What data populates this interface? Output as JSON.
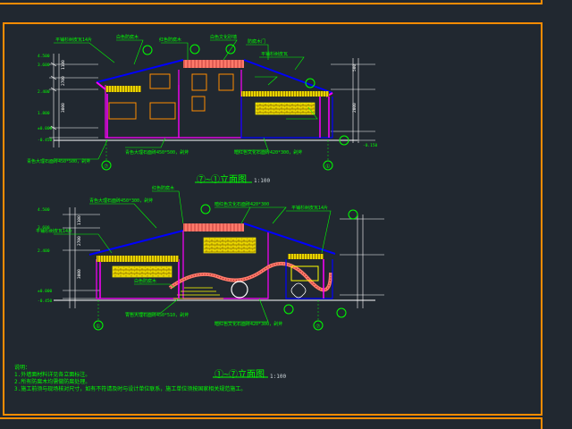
{
  "elevation_1": {
    "title": "⑦~①立面图",
    "scale": "1:100",
    "annotations": [
      "平铺杉树皮瓦14片",
      "白色防腐木",
      "红色防腐木",
      "白色文化砂墙",
      "防腐木门",
      "平铺杉树皮瓦",
      "青色大理石面砖450*500，剁斧",
      "暗红色文化石面砖420*300，剁斧",
      "青色大理石面砖450*500，剁斧"
    ],
    "levels": [
      "4.500",
      "3.600",
      "2.400",
      "1.800",
      "±0.000",
      "-0.450",
      "-0.150"
    ],
    "dims": [
      "1100",
      "2700",
      "3000",
      "2000",
      "500"
    ],
    "axis_marks": [
      "⑦",
      "①"
    ]
  },
  "elevation_2": {
    "title": "①~⑦立面图",
    "scale": "1:100",
    "annotations": [
      "平铺杉树皮瓦14片",
      "青色大理石面砖450*300，剁斧",
      "红色防腐木",
      "暗红色文化石面砖420*300",
      "平铺杉树皮瓦14片",
      "白色防腐木",
      "青色大理石面砖450*510，剁斧",
      "暗红色文化石面砖420*300，剁斧"
    ],
    "levels": [
      "4.500",
      "3.600",
      "2.400",
      "±0.000",
      "-0.450"
    ],
    "dims": [
      "1100",
      "2700",
      "3000"
    ],
    "axis_marks": [
      "①",
      "⑦"
    ]
  },
  "notes": [
    "说明：",
    "1.外墙面材料详见各立面标注。",
    "2.所有防腐木均需做防腐处理。",
    "3.施工前须与现场核对尺寸，如有不符请及时与设计单位联系，施工单位须按国家相关规范施工。"
  ],
  "colors": {
    "background": "#212830",
    "frame": "#ff8c00",
    "text": "#00ff00",
    "outline": "#0000ff",
    "roof": "#ff6060",
    "fill": "#ffff00",
    "wall": "#ff00ff"
  }
}
